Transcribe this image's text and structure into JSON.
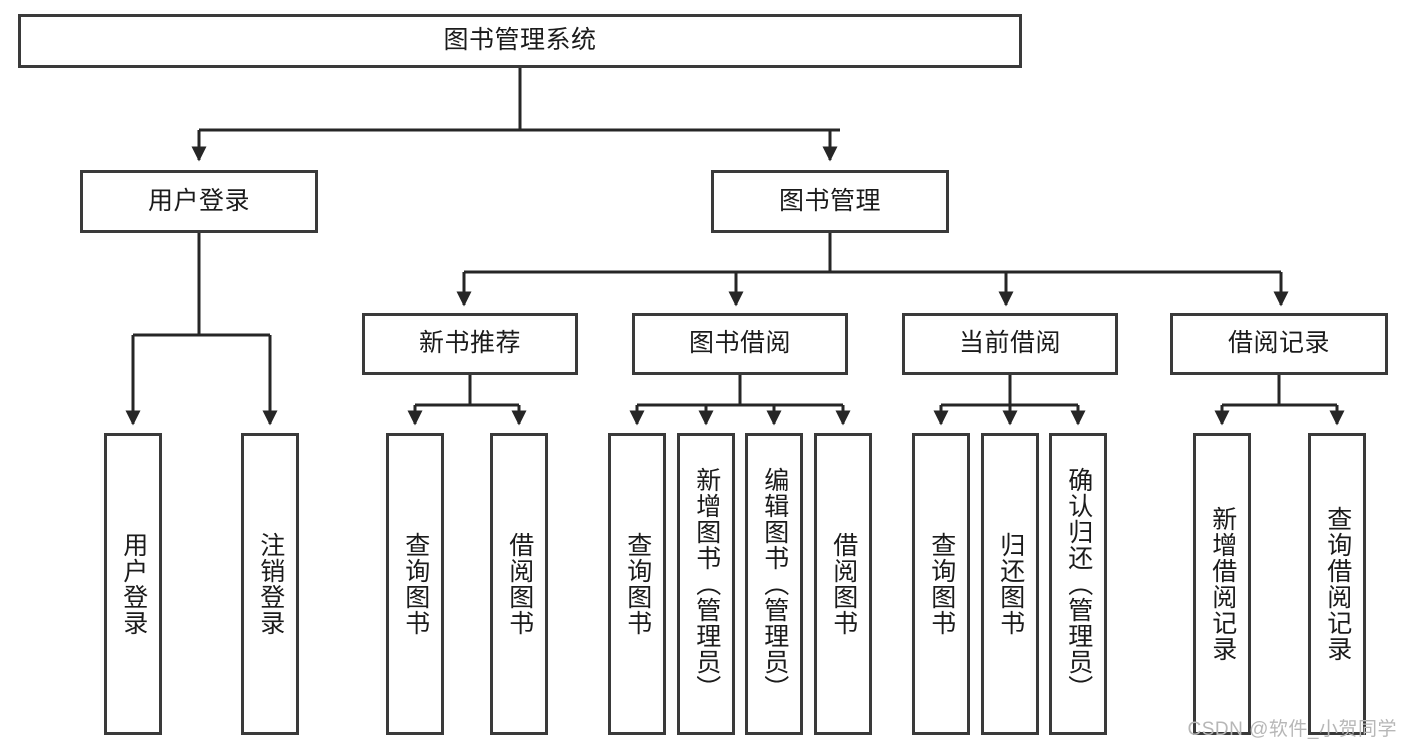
{
  "diagram": {
    "title": "图书管理系统",
    "type": "hierarchy-tree",
    "watermark": "CSDN @软件_小贺同学",
    "colors": {
      "box_stroke": "#3a3a3a",
      "box_fill": "#ffffff",
      "connector": "#262626",
      "text": "#1b1b1b",
      "watermark": "#b7b7b7"
    },
    "root": {
      "label": "图书管理系统"
    },
    "level2": [
      {
        "label": "用户登录"
      },
      {
        "label": "图书管理"
      }
    ],
    "level3": [
      {
        "label": "新书推荐"
      },
      {
        "label": "图书借阅"
      },
      {
        "label": "当前借阅"
      },
      {
        "label": "借阅记录"
      }
    ],
    "leaves": {
      "user_login": [
        {
          "label": "用户登录"
        },
        {
          "label": "注销登录"
        }
      ],
      "new_book_recommend": [
        {
          "label": "查询图书"
        },
        {
          "label": "借阅图书"
        }
      ],
      "book_borrow": [
        {
          "label": "查询图书"
        },
        {
          "label": "新增图书（管理员）"
        },
        {
          "label": "编辑图书（管理员）"
        },
        {
          "label": "借阅图书"
        }
      ],
      "current_borrow": [
        {
          "label": "查询图书"
        },
        {
          "label": "归还图书"
        },
        {
          "label": "确认归还（管理员）"
        }
      ],
      "borrow_record": [
        {
          "label": "新增借阅记录"
        },
        {
          "label": "查询借阅记录"
        }
      ]
    }
  }
}
